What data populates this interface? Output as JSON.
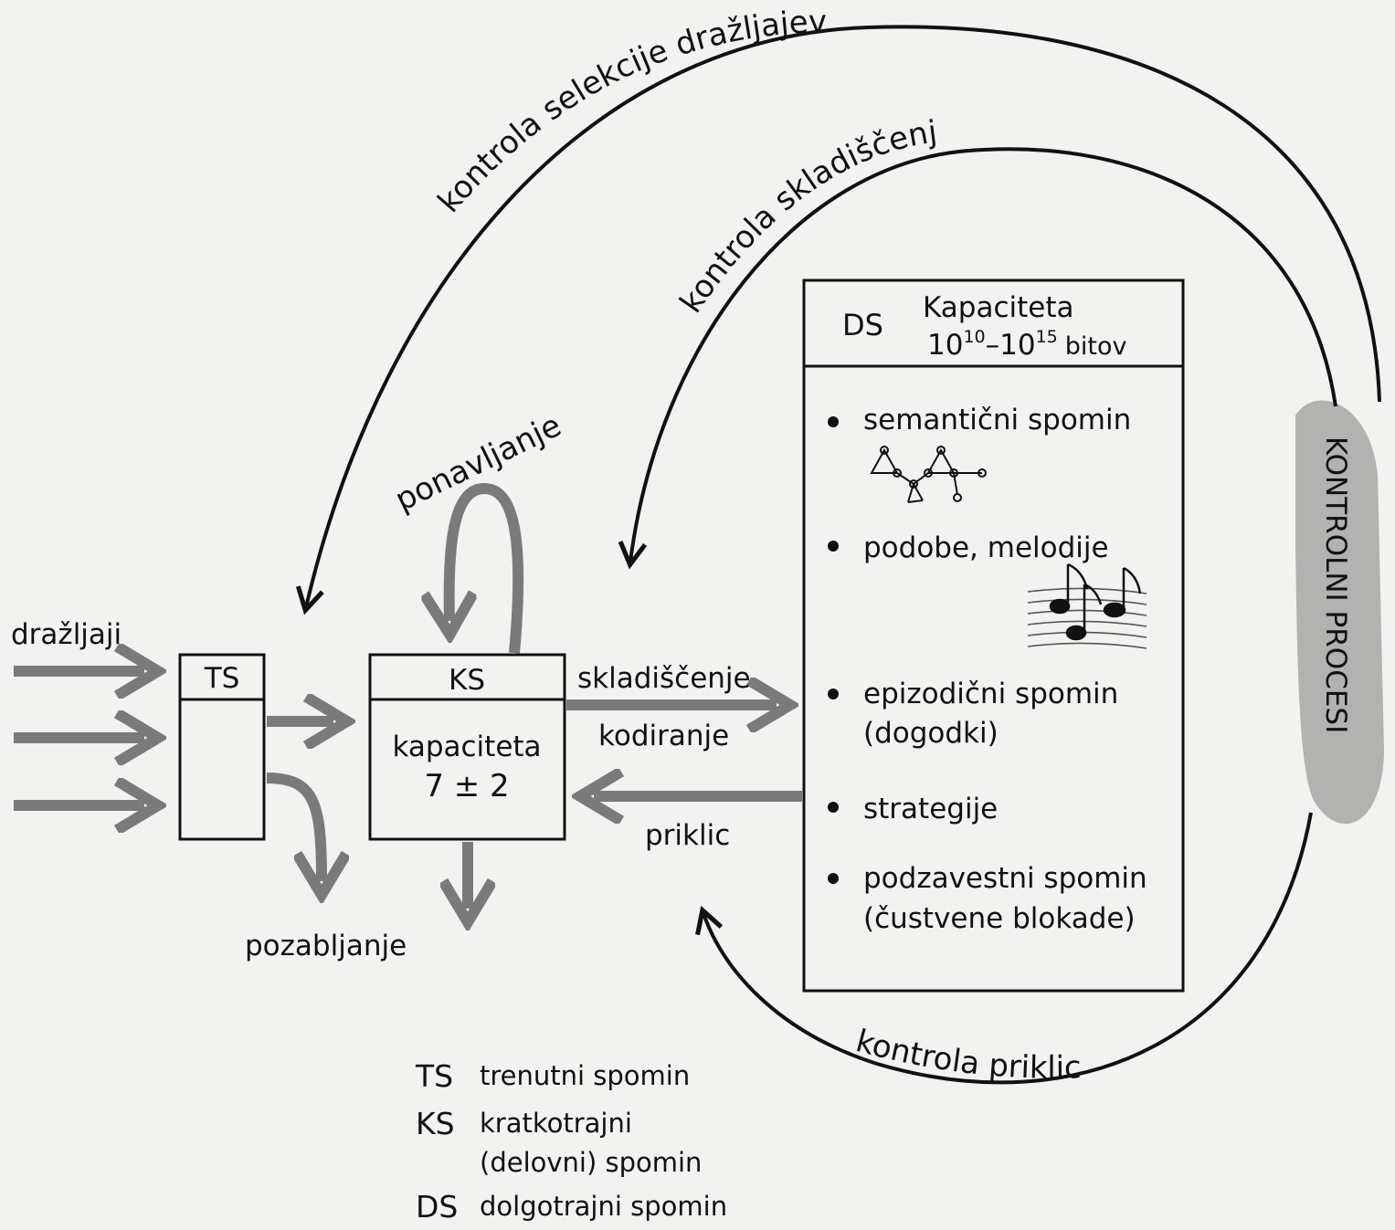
{
  "arcs": {
    "selection_control": "kontrola selekcije dražljajev",
    "storage_control": "kontrola skladiščenja",
    "retrieval_control": "kontrola priklica"
  },
  "inputs": {
    "stimuli": "dražljaji"
  },
  "ts_box": {
    "title": "TS"
  },
  "ks_box": {
    "title": "KS",
    "capacity_label": "kapaciteta",
    "capacity_value": "7 ± 2",
    "loop_label": "ponavljanje"
  },
  "forgetting": "pozabljanje",
  "flows": {
    "storage": "skladiščenje",
    "encoding": "kodiranje",
    "retrieval": "priklic"
  },
  "ds_box": {
    "title": "DS",
    "capacity_label": "Kapaciteta",
    "capacity_value": {
      "base1": "10",
      "exp1": "10",
      "dash": "–",
      "base2": "10",
      "exp2": "15",
      "unit": "bitov"
    },
    "items": [
      "semantični spomin",
      "podobe, melodije",
      "epizodični spomin",
      "(dogodki)",
      "strategije",
      "podzavestni spomin",
      "(čustvene blokade)"
    ]
  },
  "control_processes": "KONTROLNI PROCESI",
  "legend": [
    {
      "abbr": "TS",
      "text": "trenutni spomin"
    },
    {
      "abbr": "KS",
      "text": "kratkotrajni",
      "text2": "(delovni) spomin"
    },
    {
      "abbr": "DS",
      "text": "dolgotrajni spomin"
    }
  ],
  "colors": {
    "arrow_fill": "#7a7a7a",
    "line": "#111111",
    "background": "#f2f2f0",
    "control_band": "#9c9c9c"
  }
}
